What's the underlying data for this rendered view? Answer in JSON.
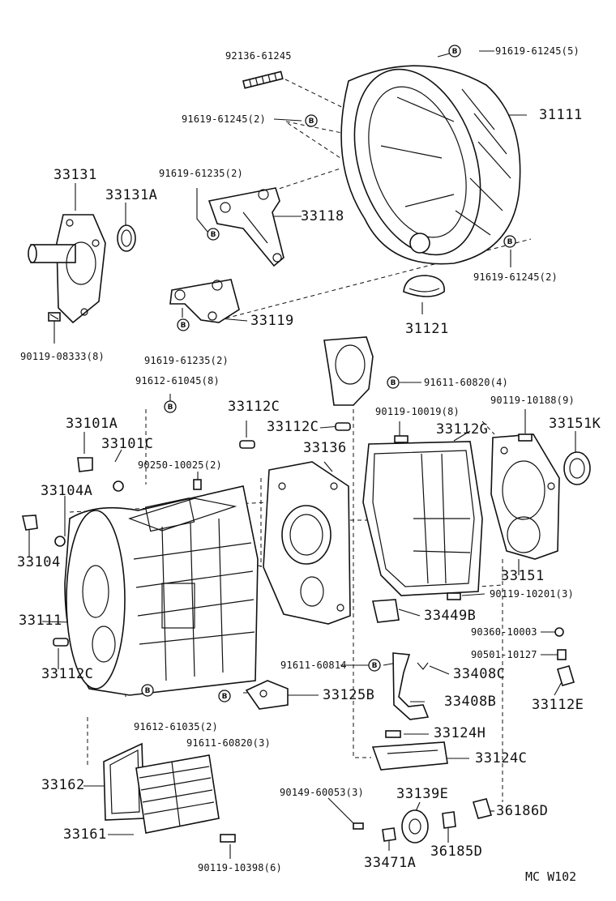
{
  "callout_labels": [
    {
      "id": "92136-61245",
      "text": "92136-61245"
    },
    {
      "id": "91619-61245-5",
      "text": "91619-61245(5)"
    },
    {
      "id": "31111",
      "text": "31111"
    },
    {
      "id": "91619-61245-2a",
      "text": "91619-61245(2)"
    },
    {
      "id": "33131",
      "text": "33131"
    },
    {
      "id": "33131A",
      "text": "33131A"
    },
    {
      "id": "91619-61235-2a",
      "text": "91619-61235(2)"
    },
    {
      "id": "33118",
      "text": "33118"
    },
    {
      "id": "91619-61245-2b",
      "text": "91619-61245(2)"
    },
    {
      "id": "31121",
      "text": "31121"
    },
    {
      "id": "33119",
      "text": "33119"
    },
    {
      "id": "90119-08333-8",
      "text": "90119-08333(8)"
    },
    {
      "id": "91619-61235-2b",
      "text": "91619-61235(2)"
    },
    {
      "id": "91612-61045-8",
      "text": "91612-61045(8)"
    },
    {
      "id": "91611-60820-4",
      "text": "91611-60820(4)"
    },
    {
      "id": "90119-10188-9",
      "text": "90119-10188(9)"
    },
    {
      "id": "33112C-a",
      "text": "33112C"
    },
    {
      "id": "33101A",
      "text": "33101A"
    },
    {
      "id": "90119-10019-8",
      "text": "90119-10019(8)"
    },
    {
      "id": "33151K",
      "text": "33151K"
    },
    {
      "id": "33112C-b",
      "text": "33112C"
    },
    {
      "id": "33112G",
      "text": "33112G"
    },
    {
      "id": "33101C",
      "text": "33101C"
    },
    {
      "id": "33136",
      "text": "33136"
    },
    {
      "id": "90250-10025-2",
      "text": "90250-10025(2)"
    },
    {
      "id": "33104A",
      "text": "33104A"
    },
    {
      "id": "33104",
      "text": "33104"
    },
    {
      "id": "33151",
      "text": "33151"
    },
    {
      "id": "90119-10201-3",
      "text": "90119-10201(3)"
    },
    {
      "id": "33449B",
      "text": "33449B"
    },
    {
      "id": "33111",
      "text": "33111"
    },
    {
      "id": "90360-10003",
      "text": "90360-10003"
    },
    {
      "id": "90501-10127",
      "text": "90501-10127"
    },
    {
      "id": "91611-60814",
      "text": "91611-60814"
    },
    {
      "id": "33408C",
      "text": "33408C"
    },
    {
      "id": "33112C-c",
      "text": "33112C"
    },
    {
      "id": "33125B",
      "text": "33125B"
    },
    {
      "id": "33408B",
      "text": "33408B"
    },
    {
      "id": "33112E",
      "text": "33112E"
    },
    {
      "id": "91612-61035-2",
      "text": "91612-61035(2)"
    },
    {
      "id": "33124H",
      "text": "33124H"
    },
    {
      "id": "91611-60820-3",
      "text": "91611-60820(3)"
    },
    {
      "id": "33124C",
      "text": "33124C"
    },
    {
      "id": "33162",
      "text": "33162"
    },
    {
      "id": "90149-60053-3",
      "text": "90149-60053(3)"
    },
    {
      "id": "33139E",
      "text": "33139E"
    },
    {
      "id": "36186D",
      "text": "36186D"
    },
    {
      "id": "33161",
      "text": "33161"
    },
    {
      "id": "36185D",
      "text": "36185D"
    },
    {
      "id": "90119-10398-6",
      "text": "90119-10398(6)"
    },
    {
      "id": "33471A",
      "text": "33471A"
    }
  ],
  "bolt_marker_text": "B",
  "footer": {
    "code": "MC W102"
  }
}
